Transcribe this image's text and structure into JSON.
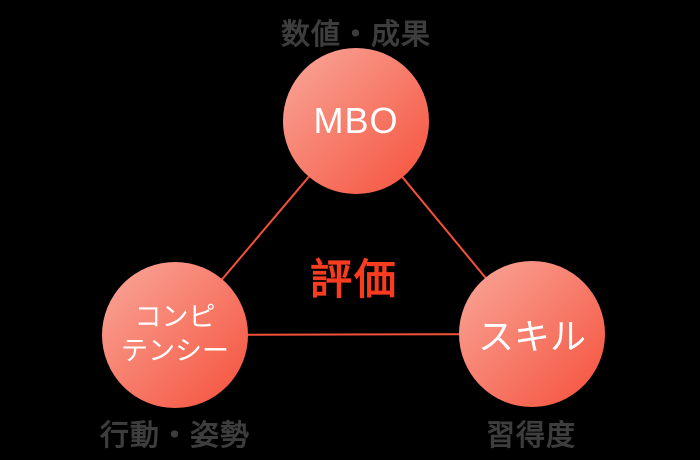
{
  "diagram": {
    "center_label": "評価",
    "nodes": [
      {
        "id": "mbo",
        "label": "MBO",
        "annotation": "数値・成果"
      },
      {
        "id": "competency",
        "label": "コンピ\nテンシー",
        "annotation": "行動・姿勢"
      },
      {
        "id": "skill",
        "label": "スキル",
        "annotation": "習得度"
      }
    ],
    "colors": {
      "background": "#000000",
      "circle_gradient_start": "#f9a89b",
      "circle_gradient_end": "#f5503a",
      "connector_line": "#f5503a",
      "center_label_text": "#f93c20",
      "annotation_text": "#3d3d3d",
      "node_text": "#ffffff"
    }
  }
}
